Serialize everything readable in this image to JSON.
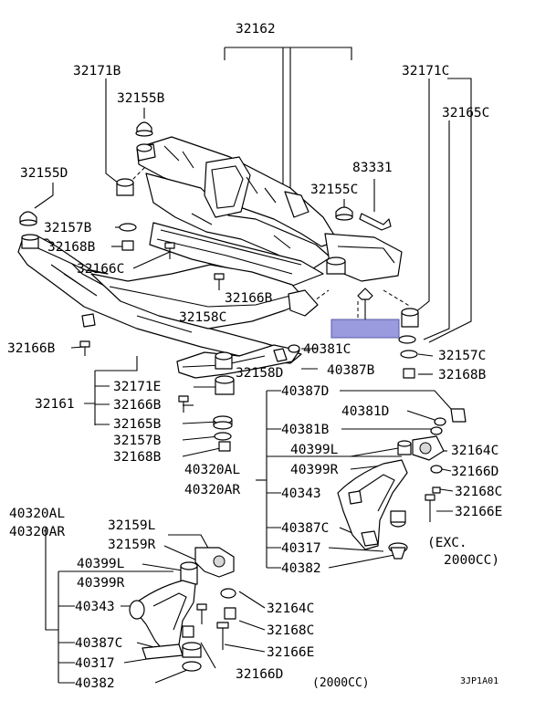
{
  "top_part": "32162",
  "labels": {
    "l32171B": "32171B",
    "l32155B": "32155B",
    "l32171C": "32171C",
    "l32165C": "32165C",
    "l32155D": "32155D",
    "l83331": "83331",
    "l32155C": "32155C",
    "l32157B_a": "32157B",
    "l32168B_a": "32168B",
    "l32166C_a": "32166C",
    "l32166B_a": "32166B",
    "l32158C": "32158C",
    "l32166B_b": "32166B",
    "l40381C_a": "40381C",
    "l40387B": "40387B",
    "l32157C": "32157C",
    "l32168B_b": "32168B",
    "l32158D": "32158D",
    "l32171E": "32171E",
    "l32161": "32161",
    "l32166B_c": "32166B",
    "l32165B": "32165B",
    "l32157B_b": "32157B",
    "l32168B_c": "32168B",
    "l40387D": "40387D",
    "l40381D": "40381D",
    "l40381B": "40381B",
    "l40399L_a": "40399L",
    "l40399R_a": "40399R",
    "l32164C_a": "32164C",
    "l32166D_a": "32166D",
    "l40320AL_a": "40320AL",
    "l40320AR_a": "40320AR",
    "l40343_a": "40343",
    "l32168C_a": "32168C",
    "l32166E_a": "32166E",
    "l40387C_a": "40387C",
    "l40317_a": "40317",
    "l40382_a": "40382",
    "exc_line1": "(EXC.",
    "exc_line2": "2000CC)",
    "l40320AL_b": "40320AL",
    "l40320AR_b": "40320AR",
    "l32159L": "32159L",
    "l32159R": "32159R",
    "l40399L_b": "40399L",
    "l40399R_b": "40399R",
    "l40343_b": "40343",
    "l32164C_b": "32164C",
    "l32168C_b": "32168C",
    "l40387C_b": "40387C",
    "l32166E_b": "32166E",
    "l40317_b": "40317",
    "l32166D_b": "32166D",
    "l40382_b": "40382",
    "cc_note": "(2000CC)",
    "ref_code": "3JP1A01"
  },
  "colors": {
    "ink": "#000000",
    "highlight": "#9a9adf",
    "highlight_border": "#5a5aa8"
  }
}
